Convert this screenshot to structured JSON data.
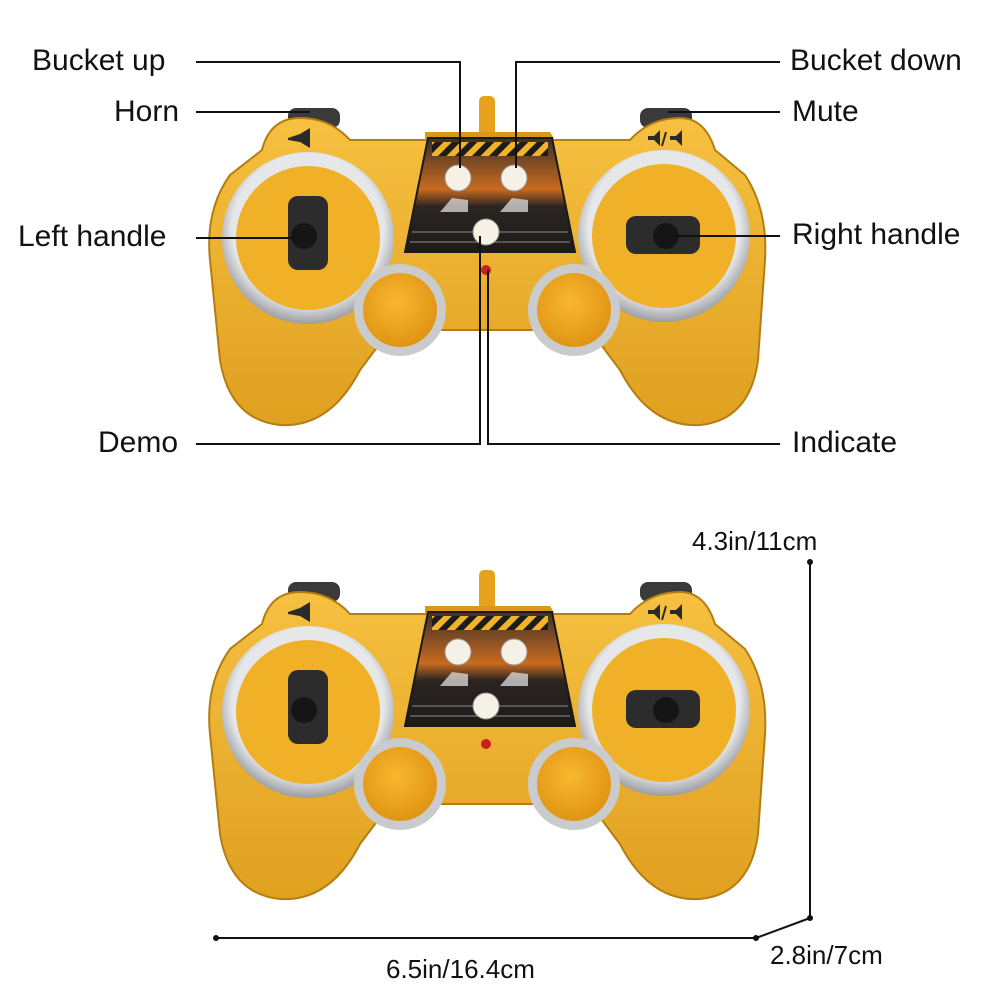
{
  "callouts": {
    "bucket_up": "Bucket up",
    "bucket_down": "Bucket down",
    "horn": "Horn",
    "mute": "Mute",
    "left_handle": "Left handle",
    "right_handle": "Right handle",
    "demo": "Demo",
    "indicate": "Indicate"
  },
  "dimensions": {
    "height": "4.3in/11cm",
    "width": "6.5in/16.4cm",
    "depth": "2.8in/7cm"
  },
  "colors": {
    "body": "#f2b22a",
    "body_dark": "#c98a10",
    "ring": "#bfc2c6",
    "panel": "#2a2522",
    "button": "#f5f1e6",
    "led": "#c8201a"
  }
}
